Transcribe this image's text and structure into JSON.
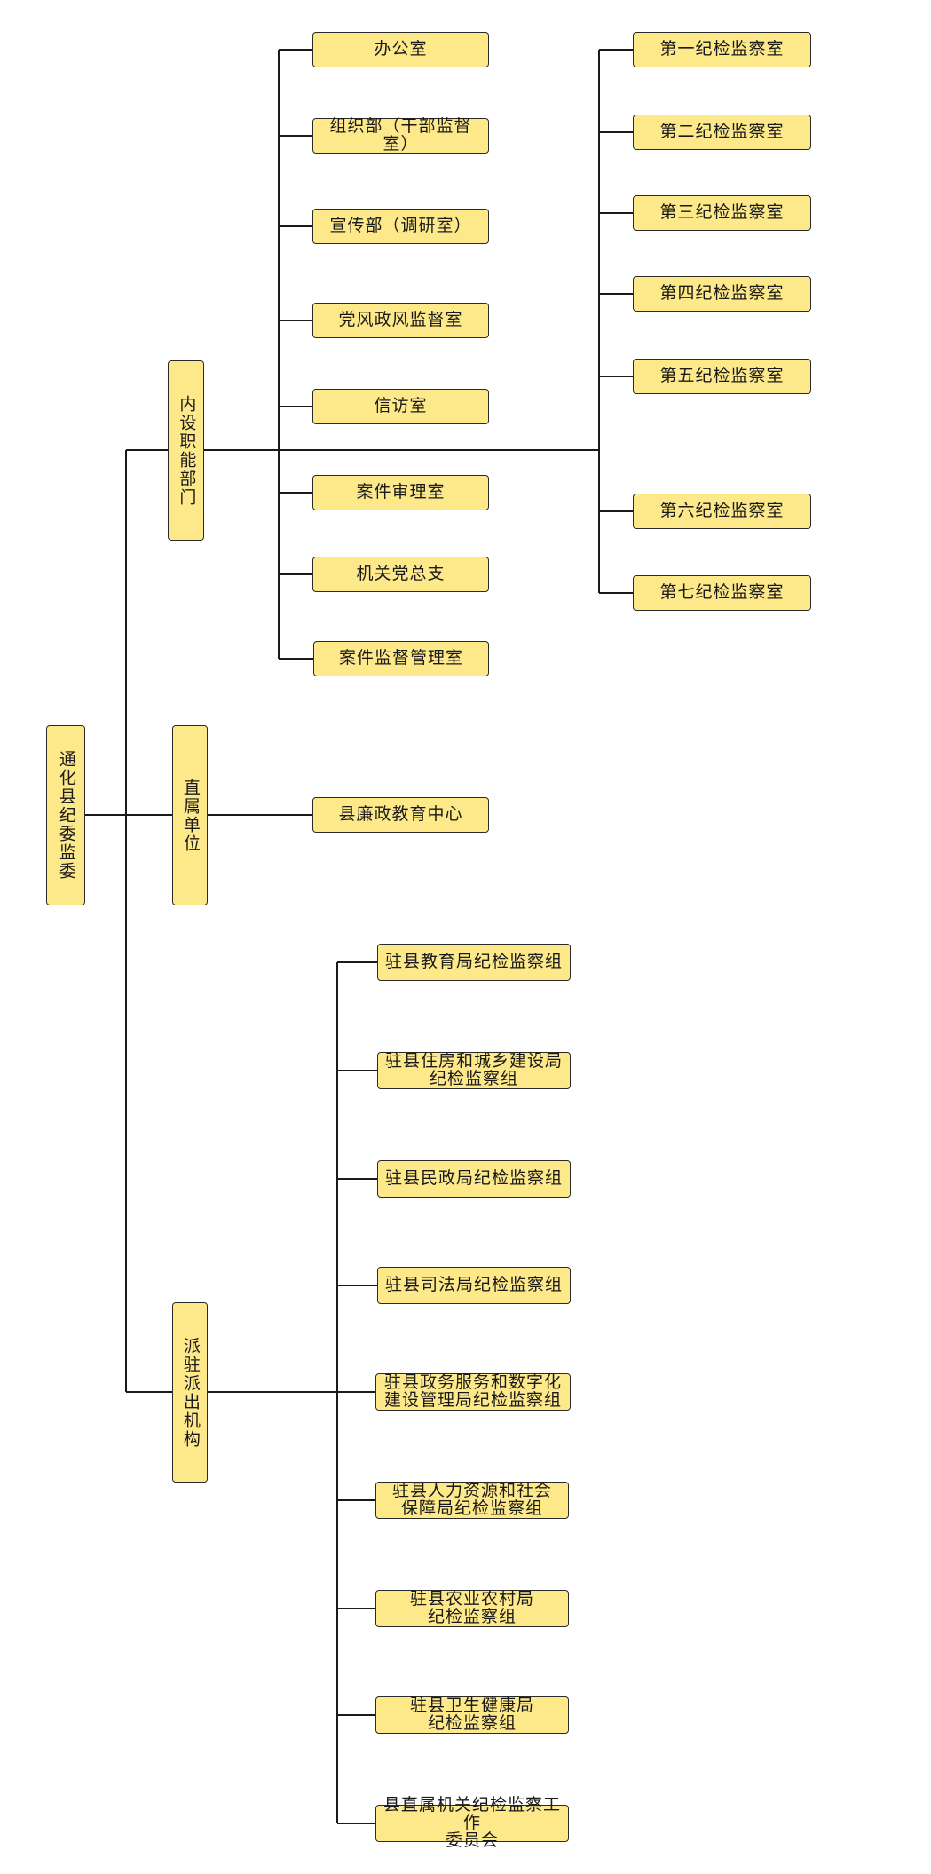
{
  "root": "通化县纪委监委",
  "branches": {
    "internal": "内设职能部门",
    "direct": "直属单位",
    "dispatched": "派驻派出机构"
  },
  "internal_departments": [
    "办公室",
    "组织部（干部监督室）",
    "宣传部（调研室）",
    "党风政风监督室",
    "信访室",
    "案件审理室",
    "机关党总支",
    "案件监督管理室"
  ],
  "supervision_offices": [
    "第一纪检监察室",
    "第二纪检监察室",
    "第三纪检监察室",
    "第四纪检监察室",
    "第五纪检监察室",
    "第六纪检监察室",
    "第七纪检监察室"
  ],
  "direct_units": [
    "县廉政教育中心"
  ],
  "dispatched_groups": [
    "驻县教育局纪检监察组",
    "驻县住房和城乡建设局\n纪检监察组",
    "驻县民政局纪检监察组",
    "驻县司法局纪检监察组",
    "驻县政务服务和数字化\n建设管理局纪检监察组",
    "驻县人力资源和社会\n保障局纪检监察组",
    "驻县农业农村局\n纪检监察组",
    "驻县卫生健康局\n纪检监察组",
    "县直属机关纪检监察工作\n委员会"
  ],
  "colors": {
    "box_fill": "#fde88a",
    "box_border": "#2a2a2a",
    "line": "#1a1a1a"
  }
}
